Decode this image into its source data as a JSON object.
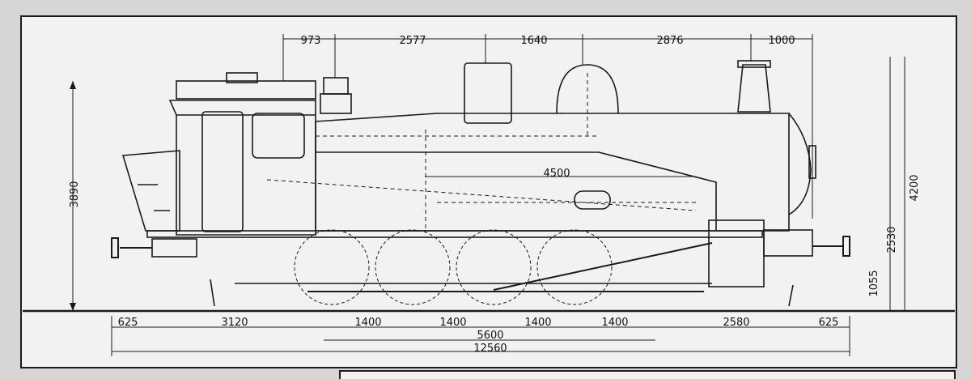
{
  "drawing": {
    "colors": {
      "paper": "#f2f2f2",
      "ink": "#1a1a1a",
      "frame_bg": "#d6d6d6"
    },
    "top_dimensions": [
      "973",
      "2577",
      "1640",
      "2876",
      "1000"
    ],
    "boiler_label": "4500",
    "left_height": "3890",
    "right_heights": {
      "total": "4200",
      "mid": "2530",
      "low": "1055"
    },
    "bottom_row": [
      "625",
      "3120",
      "1400",
      "1400",
      "1400",
      "1400",
      "2580",
      "625"
    ],
    "wheelbase": "5600",
    "overall_length": "12560"
  }
}
